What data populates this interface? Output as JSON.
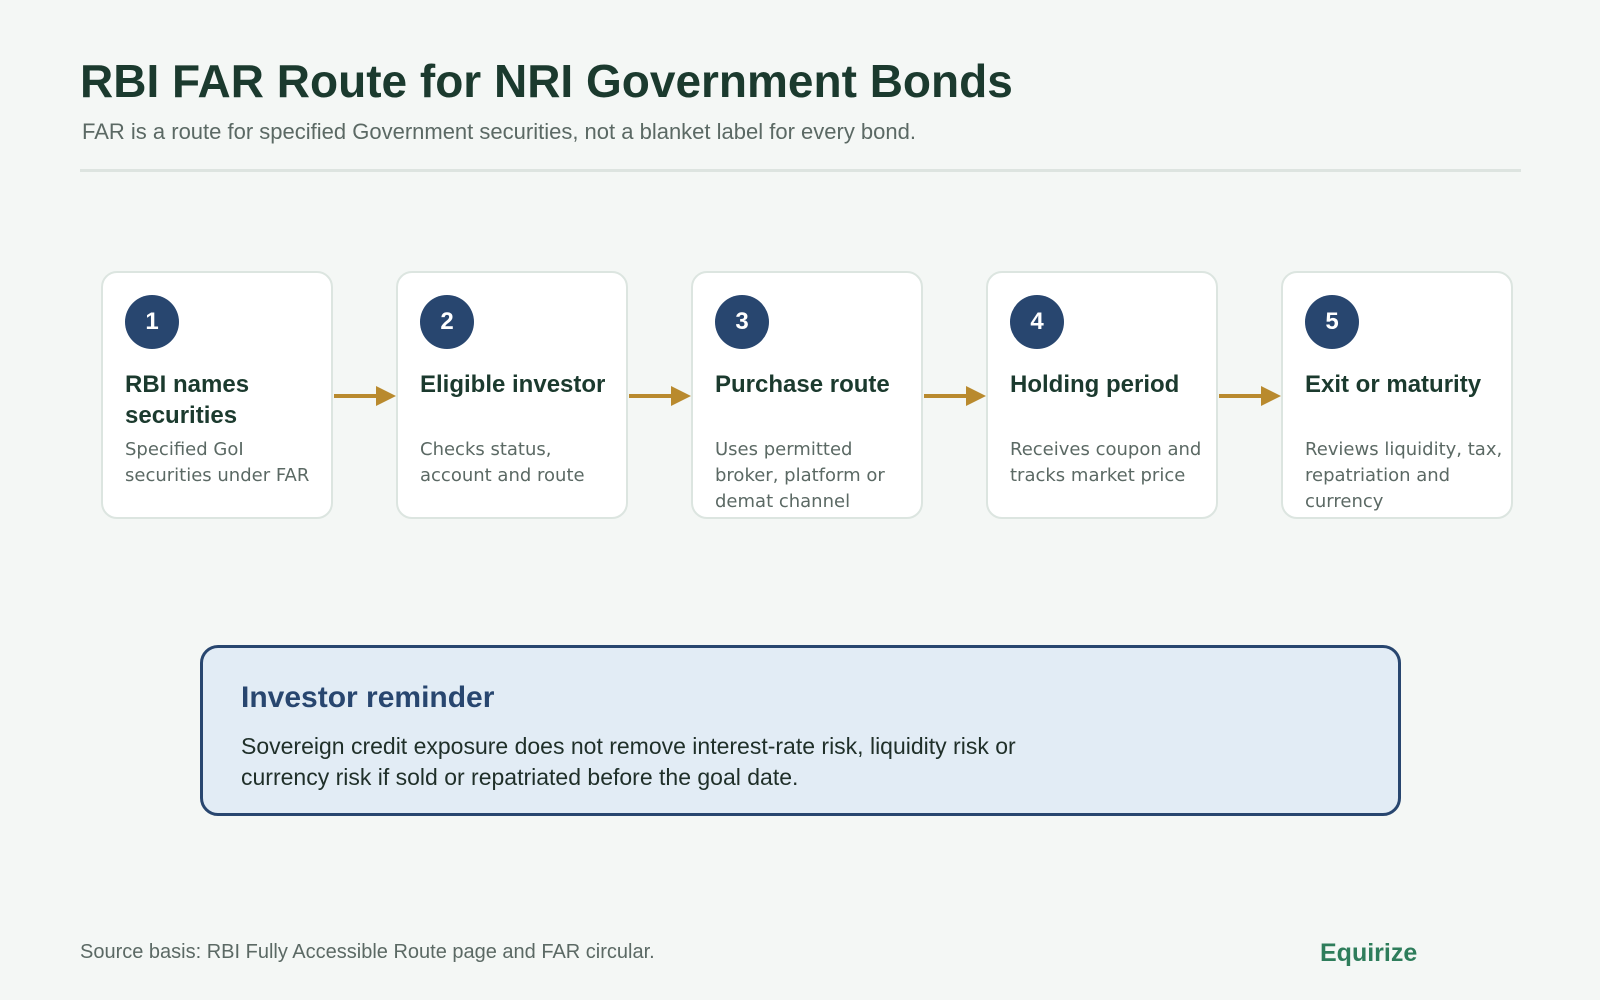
{
  "header": {
    "title": "RBI FAR Route for NRI Government Bonds",
    "subtitle": "FAR is a route for specified Government securities, not a blanket label for every bond."
  },
  "steps": [
    {
      "number": "1",
      "title": "RBI names securities",
      "description": "Specified GoI securities under FAR"
    },
    {
      "number": "2",
      "title": "Eligible investor",
      "description": "Checks status, account and route"
    },
    {
      "number": "3",
      "title": "Purchase route",
      "description": "Uses permitted broker, platform or demat channel"
    },
    {
      "number": "4",
      "title": "Holding period",
      "description": "Receives coupon and tracks market price"
    },
    {
      "number": "5",
      "title": "Exit or maturity",
      "description": "Reviews liquidity, tax, repatriation and currency"
    }
  ],
  "reminder": {
    "title": "Investor reminder",
    "body": "Sovereign credit exposure does not remove interest-rate risk, liquidity risk or currency risk if sold or repatriated before the goal date."
  },
  "footer": {
    "source": "Source basis: RBI Fully Accessible Route page and FAR circular.",
    "brand": "Equirize"
  },
  "colors": {
    "background": "#f4f7f5",
    "heading": "#1b3a2e",
    "step_badge": "#28466f",
    "arrow": "#b98a2e",
    "reminder_fill": "#e2ecf5",
    "reminder_border": "#28466f",
    "brand": "#2e7d5b"
  }
}
